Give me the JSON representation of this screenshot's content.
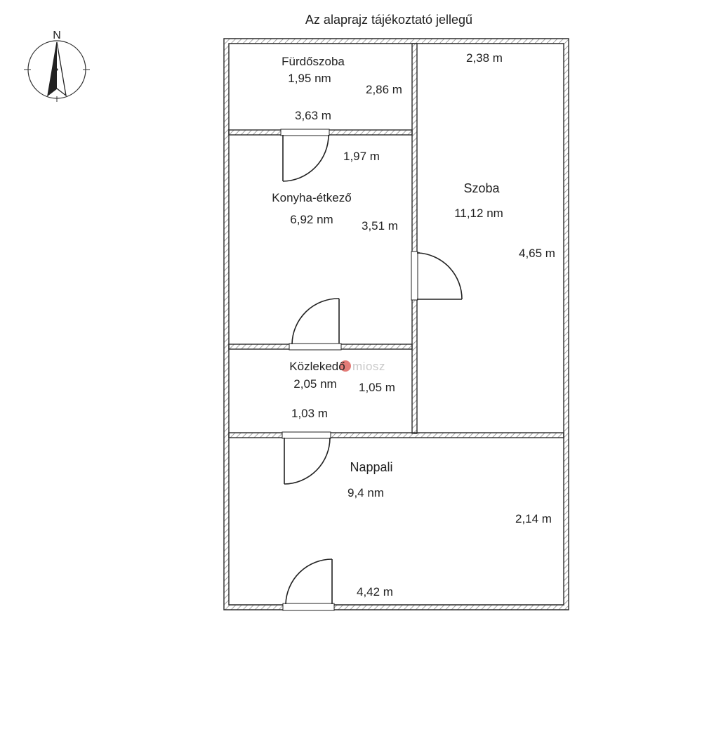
{
  "header": {
    "note": "Az alaprajz tájékoztató jellegű"
  },
  "compass": {
    "north_label": "N"
  },
  "watermark": {
    "text": "miosz",
    "color": "#d9504b"
  },
  "colors": {
    "wall": "#2b2b2b",
    "hatch": "#9a9a9a",
    "door": "#222222",
    "background": "#ffffff"
  },
  "rooms": {
    "furdoszoba": {
      "name": "Fürdőszoba",
      "area": "1,95 nm",
      "dim_width": "3,63 m",
      "dim_height": "2,86 m"
    },
    "konyha": {
      "name": "Konyha-étkező",
      "area": "6,92 nm",
      "dim_width": "1,97 m",
      "dim_height": "3,51 m"
    },
    "kozlekedo": {
      "name": "Közlekedő",
      "area": "2,05 nm",
      "dim_width": "1,03 m",
      "dim_height": "1,05 m"
    },
    "szoba": {
      "name": "Szoba",
      "area": "11,12 nm",
      "dim_width": "2,38 m",
      "dim_height": "4,65 m"
    },
    "nappali": {
      "name": "Nappali",
      "area": "9,4 nm",
      "dim_width": "4,42 m",
      "dim_height": "2,14 m"
    }
  }
}
